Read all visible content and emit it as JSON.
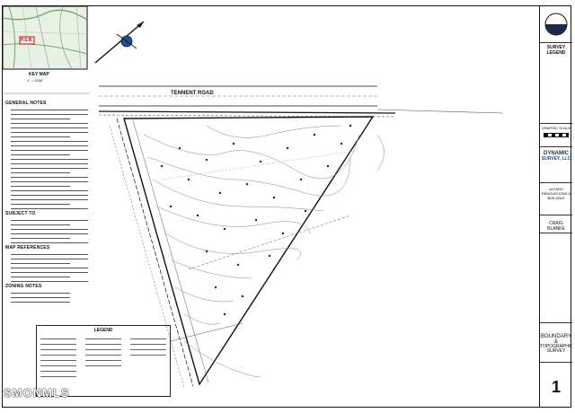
{
  "map": {
    "key_label": "KEY MAP",
    "key_scale": "1\" = 2000'",
    "key_tag": "P.S.R.",
    "road_name": "TENNENT ROAD"
  },
  "notes": {
    "general_heading": "GENERAL NOTES",
    "subject_heading": "SUBJECT TO",
    "map_heading": "MAP REFERENCES",
    "zoning_heading": "ZONING NOTES",
    "legend_title": "LEGEND"
  },
  "title_block": {
    "survey_legend": "SURVEY LEGEND",
    "graphic_scale": "GRAPHIC SCALE",
    "company_line1": "DYNAMIC",
    "company_line2": "SURVEY, LLC",
    "client": "ALFANO RENOVATIONS & BUILDING",
    "surveyor": "CRAIG BLANKE",
    "drawing_title_1": "BOUNDARY &",
    "drawing_title_2": "TOPOGRAPHIC SURVEY",
    "sheet_number": "1"
  },
  "watermark": "SMONMLS",
  "colors": {
    "line": "#111111",
    "contour": "#888888",
    "keymap_green": "#6fa86f",
    "accent_blue": "#1a4fa0"
  }
}
